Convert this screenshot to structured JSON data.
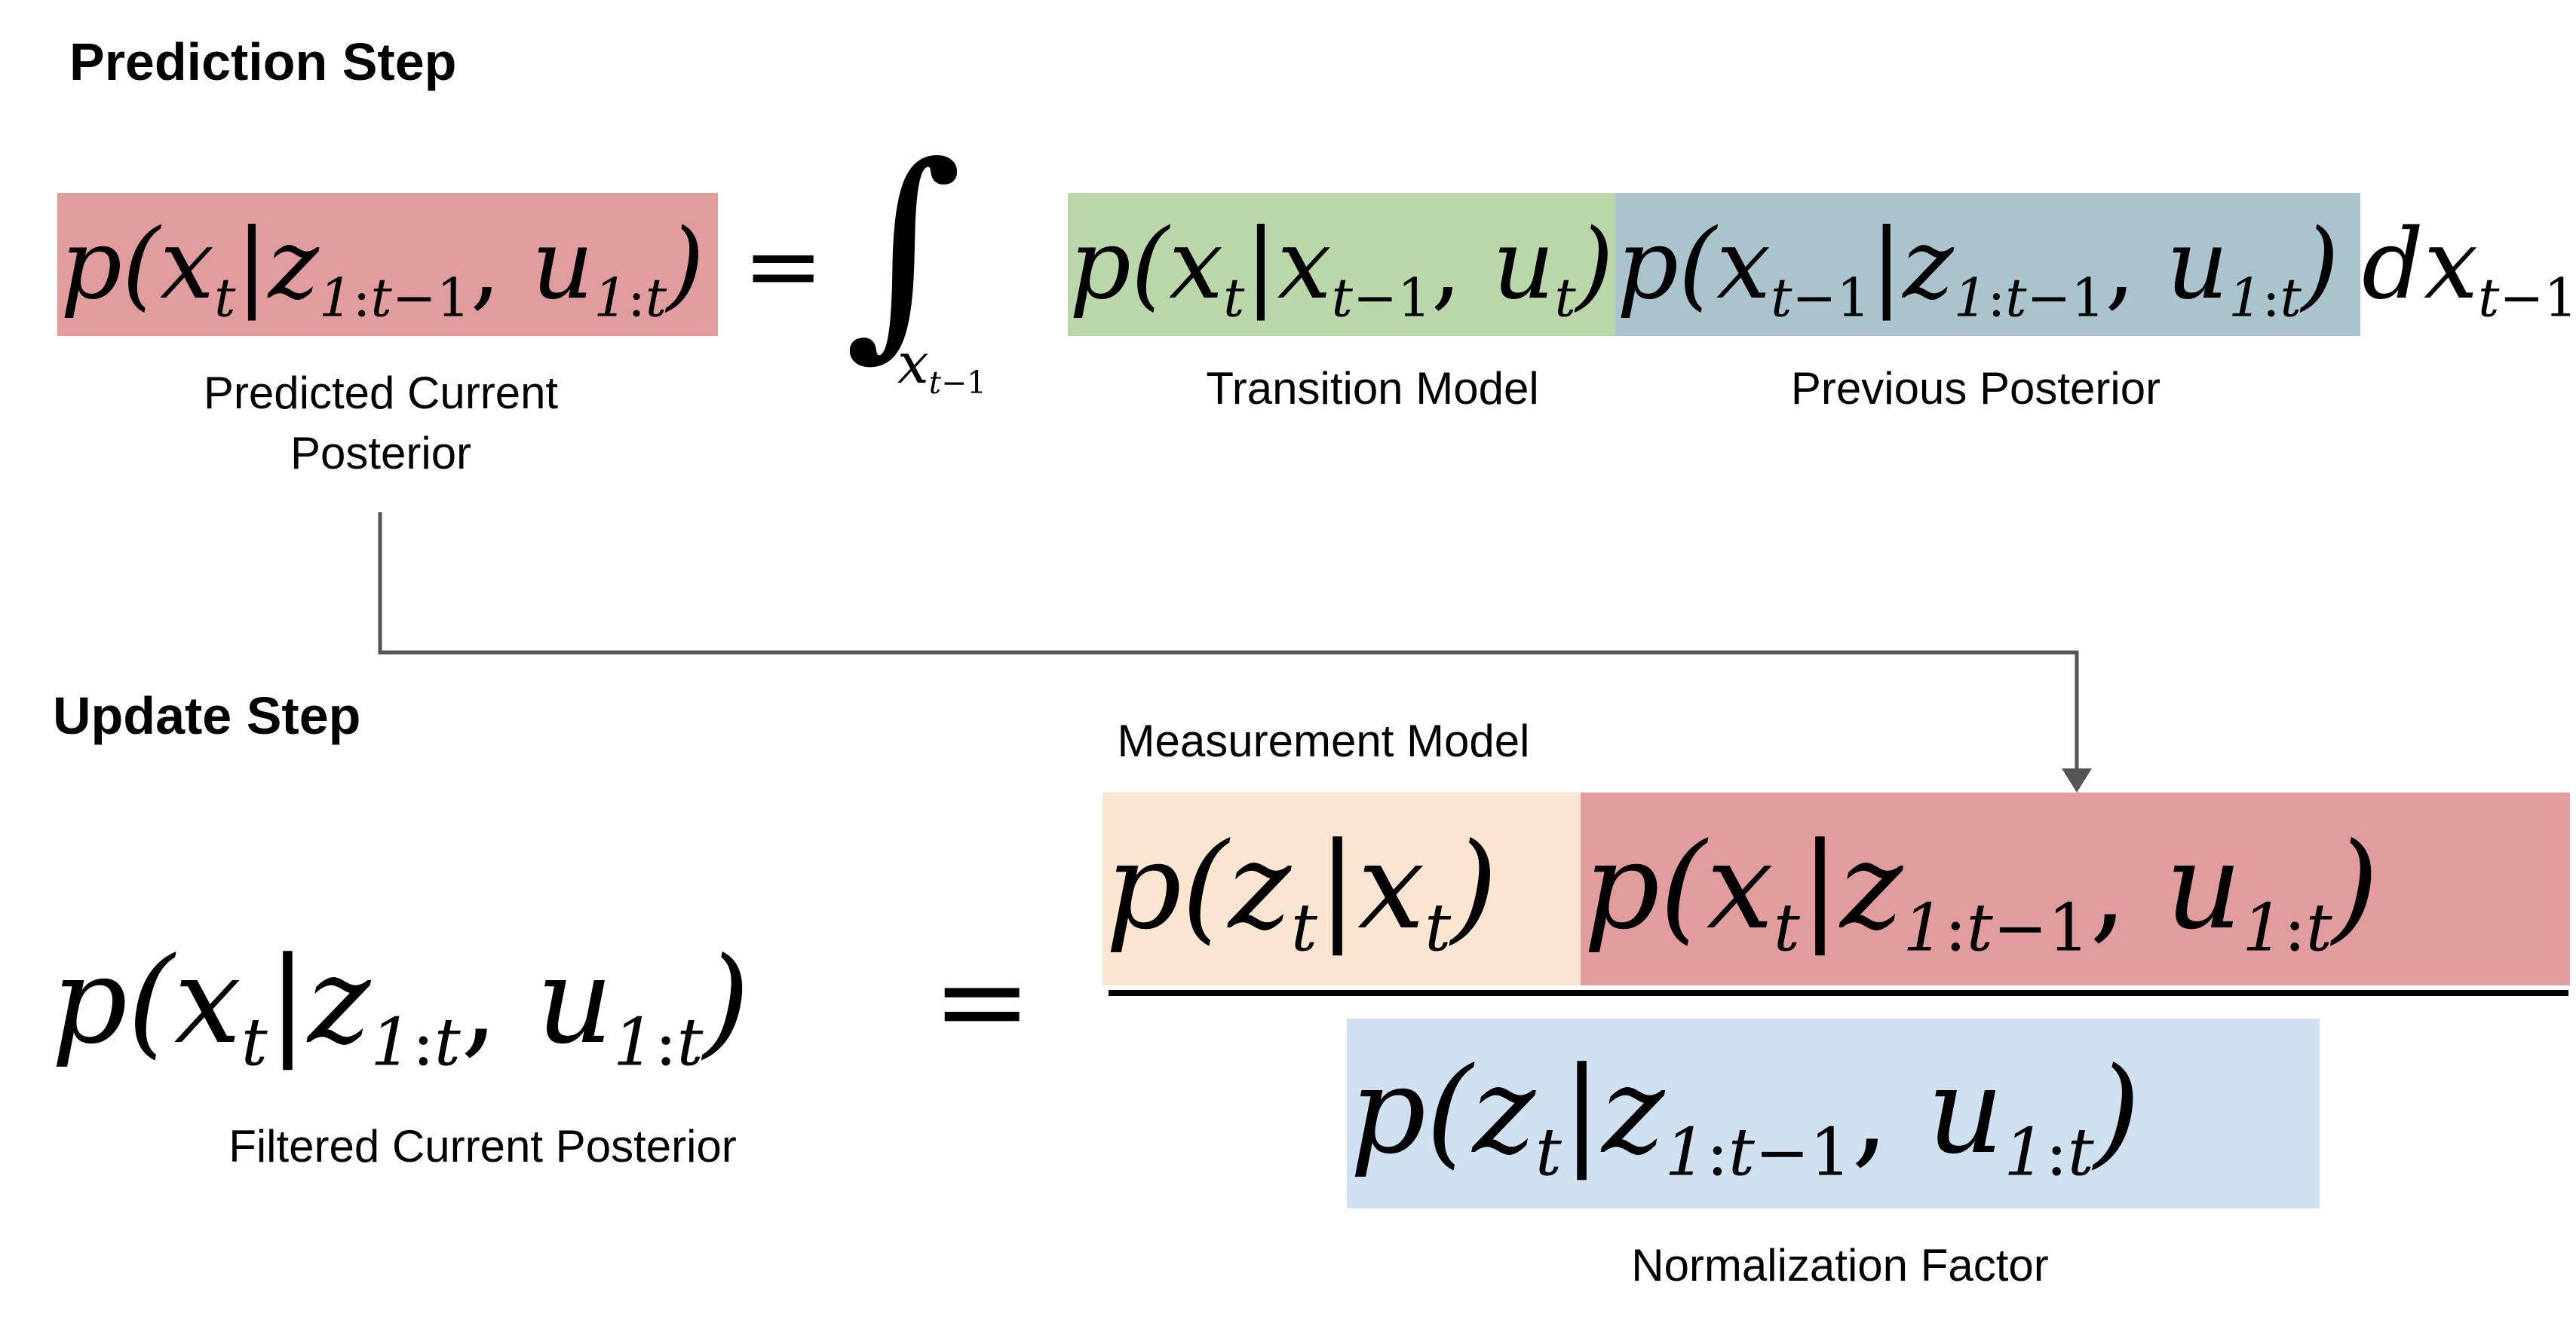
{
  "headings": {
    "prediction": "Prediction Step",
    "update": "Update Step"
  },
  "labels": {
    "predicted_current_posterior_line1": "Predicted Current",
    "predicted_current_posterior_line2": "Posterior",
    "transition_model": "Transition Model",
    "previous_posterior": "Previous Posterior",
    "measurement_model": "Measurement Model",
    "filtered_current_posterior": "Filtered Current Posterior",
    "normalization_factor": "Normalization Factor"
  },
  "colors": {
    "predicted_posterior": "#e19d9d",
    "transition_model": "#b9d7a8",
    "previous_posterior": "#a9c4cc",
    "measurement_model": "#fae6d0",
    "normalization_factor": "#cfe0f0",
    "arrow": "#555555"
  }
}
